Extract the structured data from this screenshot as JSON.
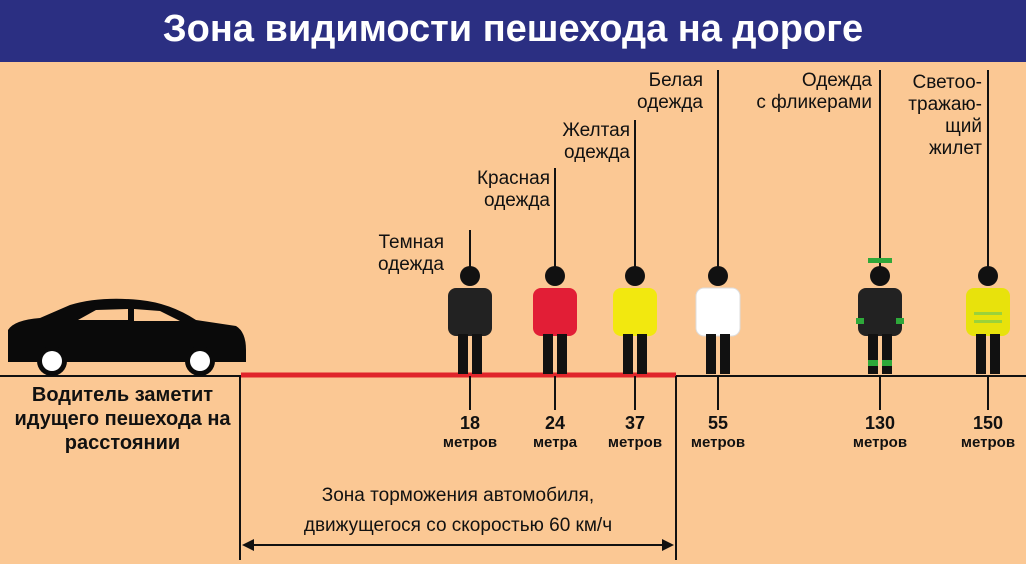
{
  "title": "Зона видимости пешехода на дороге",
  "driver_text": "Водитель заметит идущего пешехода на расстоянии",
  "braking_zone": {
    "line1": "Зона торможения автомобиля,",
    "line2": "движущегося со скоростью 60 км/ч"
  },
  "pedestrians": [
    {
      "id": "dark",
      "label_lines": [
        "Темная",
        "одежда"
      ],
      "distance": "18",
      "unit": "метров",
      "body_color": "#222222"
    },
    {
      "id": "red",
      "label_lines": [
        "Красная",
        "одежда"
      ],
      "distance": "24",
      "unit": "метра",
      "body_color": "#e21e36"
    },
    {
      "id": "yellow",
      "label_lines": [
        "Желтая",
        "одежда"
      ],
      "distance": "37",
      "unit": "метров",
      "body_color": "#f2e80f"
    },
    {
      "id": "white",
      "label_lines": [
        "Белая",
        "одежда"
      ],
      "distance": "55",
      "unit": "метров",
      "body_color": "#ffffff"
    },
    {
      "id": "flicker",
      "label_lines": [
        "Одежда",
        "с фликерами"
      ],
      "distance": "130",
      "unit": "метров",
      "body_color": "#222222",
      "accent_color": "#2ea83a"
    },
    {
      "id": "vest",
      "label_lines": [
        "Светоо-",
        "тражаю-",
        "щий",
        "жилет"
      ],
      "distance": "150",
      "unit": "метров",
      "body_color": "#e8e20c",
      "accent_color": "#9bd23a"
    }
  ],
  "colors": {
    "header_bg": "#2b2f82",
    "background": "#fbc894",
    "brake_line": "#e0252a"
  },
  "icons": [
    "car-icon",
    "pedestrian-icon"
  ]
}
